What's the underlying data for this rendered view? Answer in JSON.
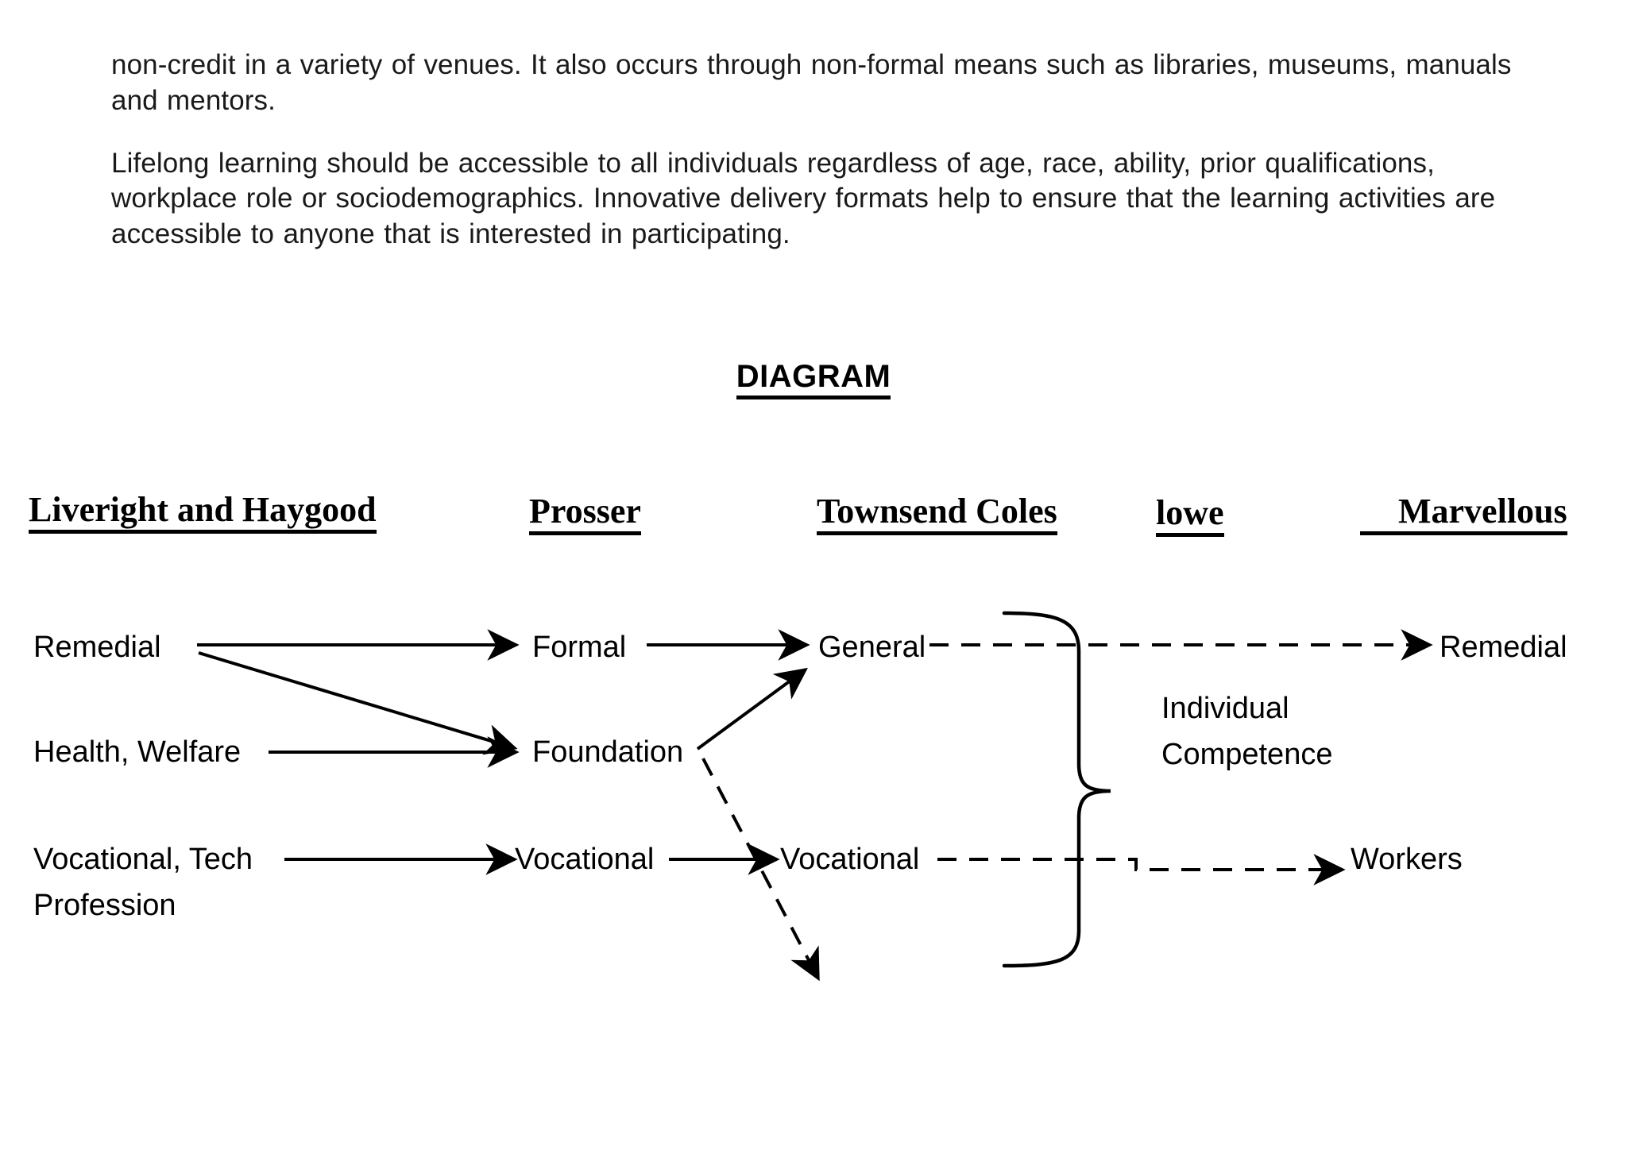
{
  "document": {
    "paragraphs": [
      "non-credit in a variety of venues. It also occurs through non-formal means such as libraries, museums, manuals and mentors.",
      "Lifelong learning should be accessible to all individuals regardless of age, race, ability, prior qualifications, workplace role or sociodemographics. Innovative delivery formats help to ensure that the learning activities are accessible to anyone that is interested in participating."
    ],
    "diagram_title": "DIAGRAM"
  },
  "diagram": {
    "columns": [
      {
        "label": "Liveright and Haygood"
      },
      {
        "label": "Prosser"
      },
      {
        "label": "Townsend Coles"
      },
      {
        "label": "lowe"
      },
      {
        "label": "Marvellous"
      }
    ],
    "nodes": {
      "c1_r1": "Remedial",
      "c1_r2": "Health, Welfare",
      "c1_r3a": "Vocational, Tech",
      "c1_r3b": "Profession",
      "c2_r1": "Formal",
      "c2_r2": "Foundation",
      "c2_r3": "Vocational",
      "c3_r1": "General",
      "c3_r3": "Vocational",
      "c4_a": "Individual",
      "c4_b": "Competence",
      "c5_r1": "Remedial",
      "c5_r3": "Workers"
    },
    "connectors": [
      {
        "from": "Remedial",
        "to": "Formal",
        "style": "solid"
      },
      {
        "from": "Remedial",
        "to": "Foundation",
        "style": "solid"
      },
      {
        "from": "Health, Welfare",
        "to": "Foundation",
        "style": "solid"
      },
      {
        "from": "Vocational, Tech Profession",
        "to": "Vocational",
        "style": "solid"
      },
      {
        "from": "Formal",
        "to": "General",
        "style": "solid"
      },
      {
        "from": "Foundation",
        "to": "General",
        "style": "solid"
      },
      {
        "from": "Foundation",
        "to": "(below Vocational)",
        "style": "dashed"
      },
      {
        "from": "Vocational",
        "to": "Vocational",
        "style": "solid"
      },
      {
        "from": "General",
        "to": "Remedial",
        "style": "dashed"
      },
      {
        "from": "Vocational",
        "to": "Workers",
        "style": "dashed"
      },
      {
        "from": "brace",
        "to": "Individual Competence",
        "style": "brace"
      }
    ]
  },
  "colors": {
    "ink": "#000000",
    "prose_ink": "#1a1a1a",
    "page_background": "#ffffff"
  }
}
